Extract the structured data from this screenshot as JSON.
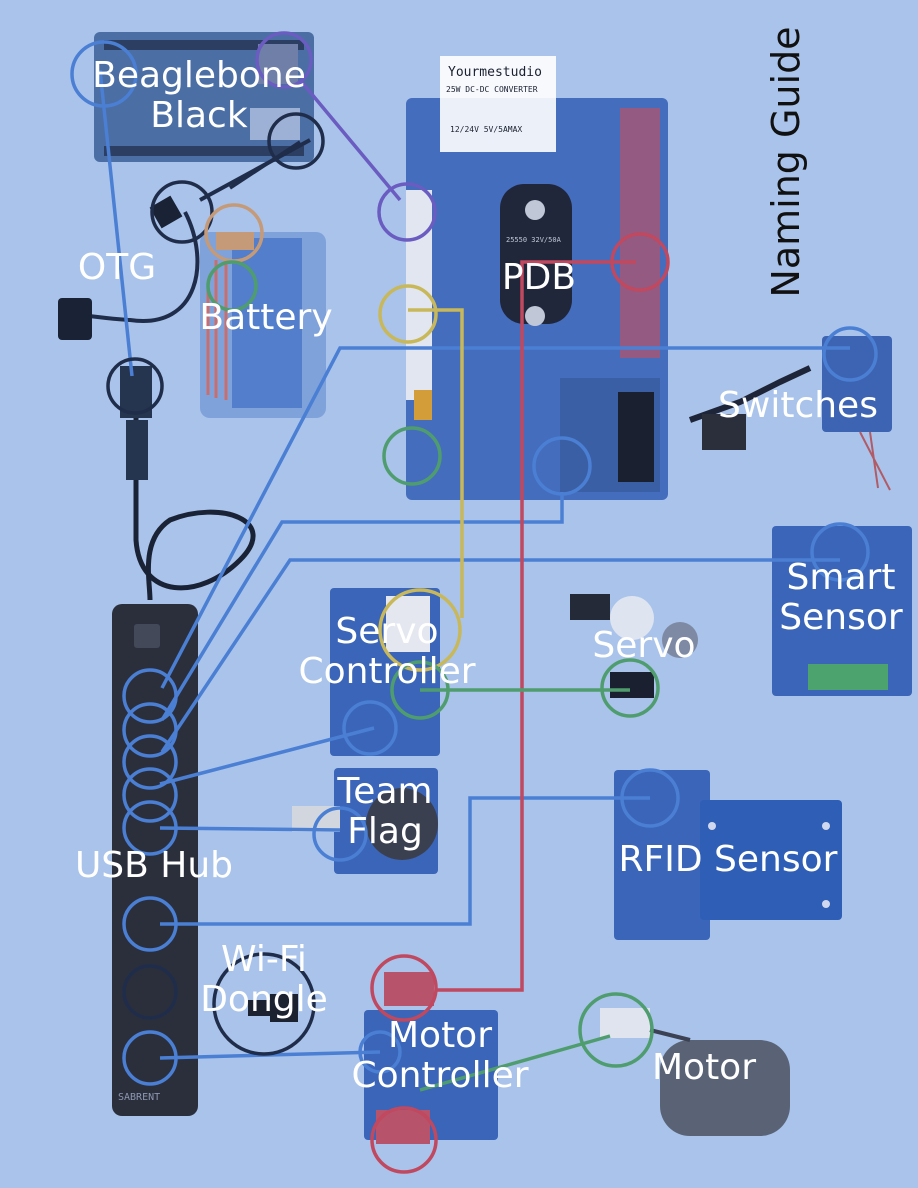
{
  "title": "Naming Guide",
  "components": {
    "beaglebone": "Beaglebone\nBlack",
    "otg": "OTG",
    "battery": "Battery",
    "pdb": "PDB",
    "switches": "Switches",
    "smart_sensor": "Smart\nSensor",
    "servo_controller": "Servo\nController",
    "servo": "Servo",
    "team_flag": "Team\nFlag",
    "usb_hub": "USB Hub",
    "rfid_sensor": "RFID Sensor",
    "wifi_dongle": "Wi-Fi\nDongle",
    "motor_controller": "Motor\nController",
    "motor": "Motor"
  },
  "parts_text": {
    "converter_brand": "Yourmestudio",
    "converter_desc": "25W DC-DC CONVERTER",
    "converter_io": "12/24V   5V/5AMAX",
    "fuse_label": "25550 32V/50A",
    "hub_brand": "SABRENT"
  },
  "colors": {
    "background": "#a9c3ea",
    "usb": "#4a7fd4",
    "power": "#c0485f",
    "servo": "#c8b85a",
    "signal": "#4f9d6e",
    "serial": "#6a5cc0",
    "otg": "#1f2d4a",
    "balance": "#c59a78"
  }
}
